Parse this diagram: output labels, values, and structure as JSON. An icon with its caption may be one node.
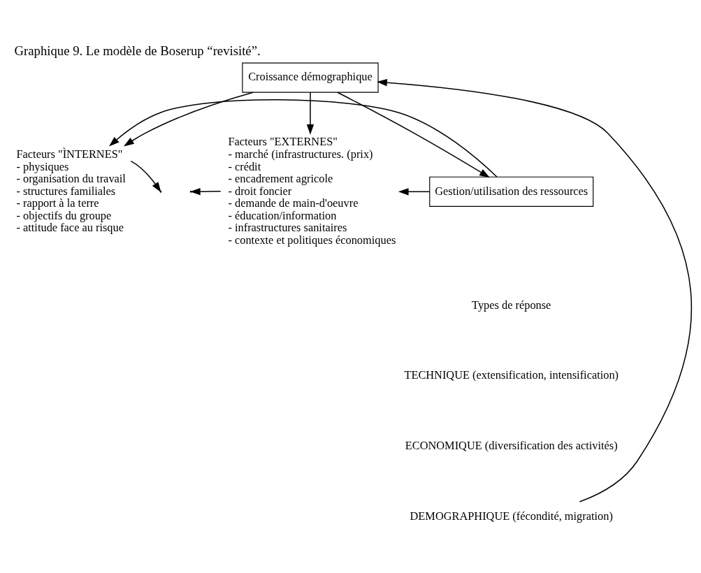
{
  "diagram": {
    "title": "Graphique 9. Le modèle de Boserup “revisité”.",
    "nodes": [
      {
        "text": [
          "Croissance démographique"
        ]
      },
      {
        "text": [
          "Facteurs \"ÌNTERNES\"",
          "- physiques",
          "- organisation du travail",
          "- structures familiales",
          "- rapport à la terre",
          "- objectifs du groupe",
          "- attitude face au risque"
        ]
      },
      {
        "text": [
          "Facteurs \"EXTERNES\"",
          "- marché (infrastructures. (prix)",
          "- crédit",
          "- encadrement agricole",
          "- droit foncier",
          "- demande de main-d'oeuvre",
          "- éducation/information",
          "- infrastructures sanitaires",
          "- contexte et politiques économiques"
        ]
      },
      {
        "text": [
          "Gestion/utilisation des ressources"
        ]
      },
      {
        "text": [
          "DEMOGRAPHIQUE (fécondité, migration)"
        ]
      }
    ],
    "edges": [
      {
        "from": 0,
        "to": 1,
        "arrow": "to"
      },
      {
        "from": 0,
        "to": 2,
        "arrow": "to"
      },
      {
        "from": 0,
        "to": 3,
        "arrow": "to"
      },
      {
        "from": 1,
        "to": null,
        "arrow": "to"
      },
      {
        "from": 2,
        "to": null,
        "arrow": "to"
      },
      {
        "from": 3,
        "to": 1,
        "arrow": "to"
      },
      {
        "from": 3,
        "to": 2,
        "arrow": "to"
      },
      {
        "from": 4,
        "to": 0,
        "arrow": "to"
      }
    ],
    "labels": [
      "Types de réponse",
      "TECHNIQUE (extensification, intensification)",
      "ECONOMIQUE (diversification des activités)"
    ]
  }
}
